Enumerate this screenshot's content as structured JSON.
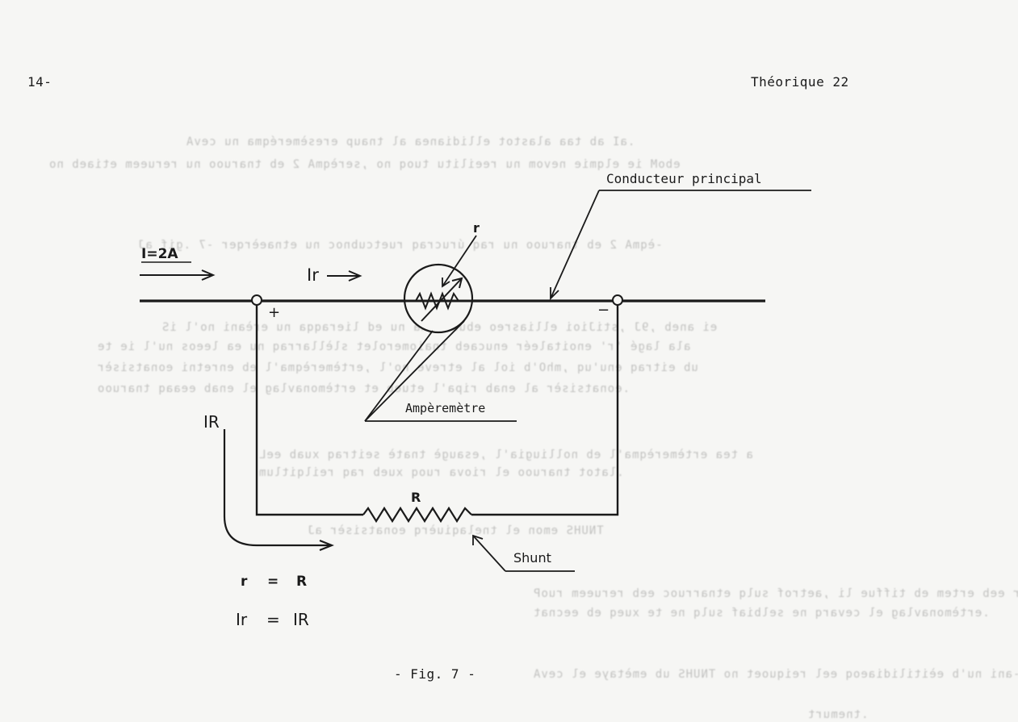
{
  "header": {
    "page_number": "14-",
    "section": "Théorique 22"
  },
  "figure": {
    "labels": {
      "main_conductor": "Conducteur principal",
      "current_total": "I=2A",
      "current_meter": "Ir",
      "resistance_meter": "r",
      "plus": "+",
      "minus": "−",
      "ammeter": "Ampèremètre",
      "current_shunt": "IR",
      "resistance_shunt": "R",
      "shunt": "Shunt"
    },
    "equations": {
      "line1_left": "r",
      "line1_eq": "=",
      "line1_right": "R",
      "line2_left": "Ir",
      "line2_eq": "=",
      "line2_right": "IR"
    },
    "caption": "- Fig. 7 -"
  }
}
